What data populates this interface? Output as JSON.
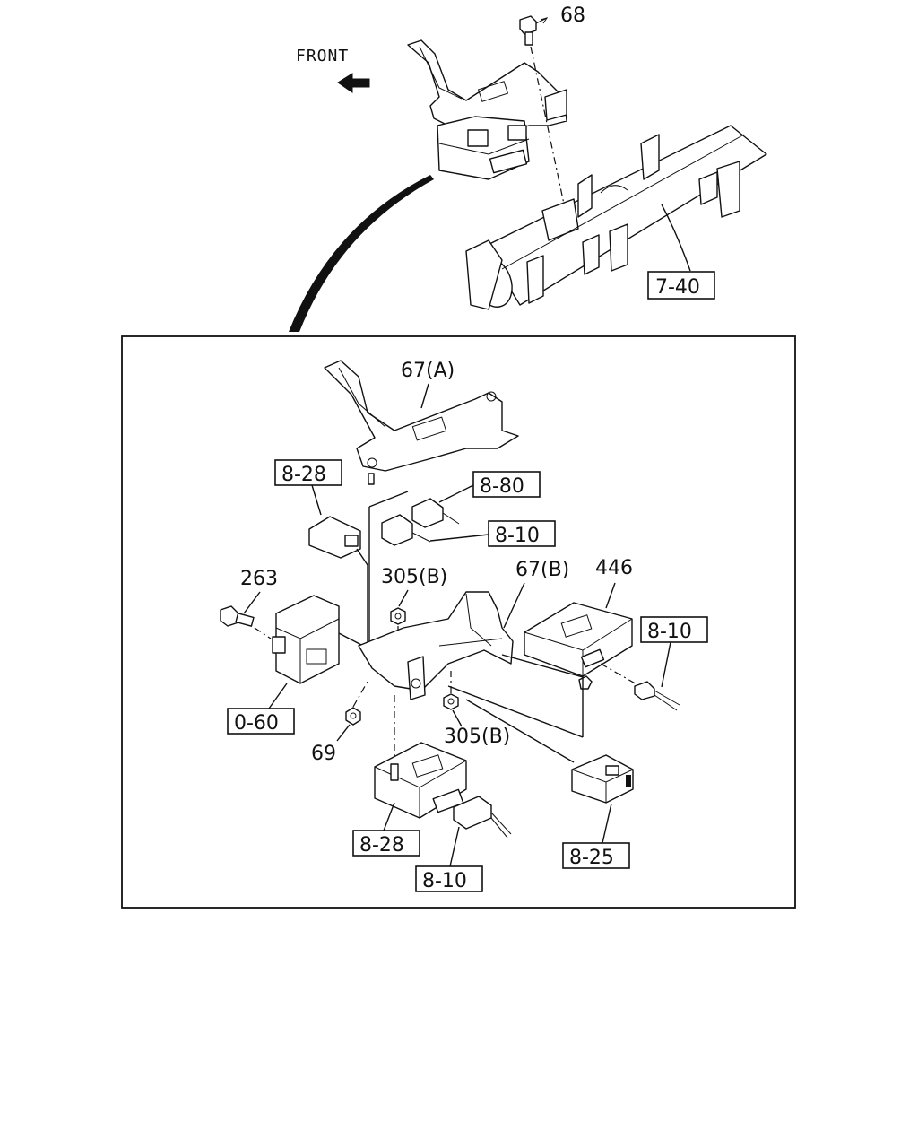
{
  "front_label": "FRONT",
  "callouts": {
    "c68": "68",
    "c7_40": "7-40",
    "c67a": "67(A)",
    "c8_28_top": "8-28",
    "c8_80": "8-80",
    "c8_10_top": "8-10",
    "c263": "263",
    "c305b_top": "305(B)",
    "c67b": "67(B)",
    "c446": "446",
    "c8_10_right": "8-10",
    "c0_60": "0-60",
    "c69": "69",
    "c305b_bottom": "305(B)",
    "c8_28_bottom": "8-28",
    "c8_10_bottom": "8-10",
    "c8_25": "8-25"
  }
}
